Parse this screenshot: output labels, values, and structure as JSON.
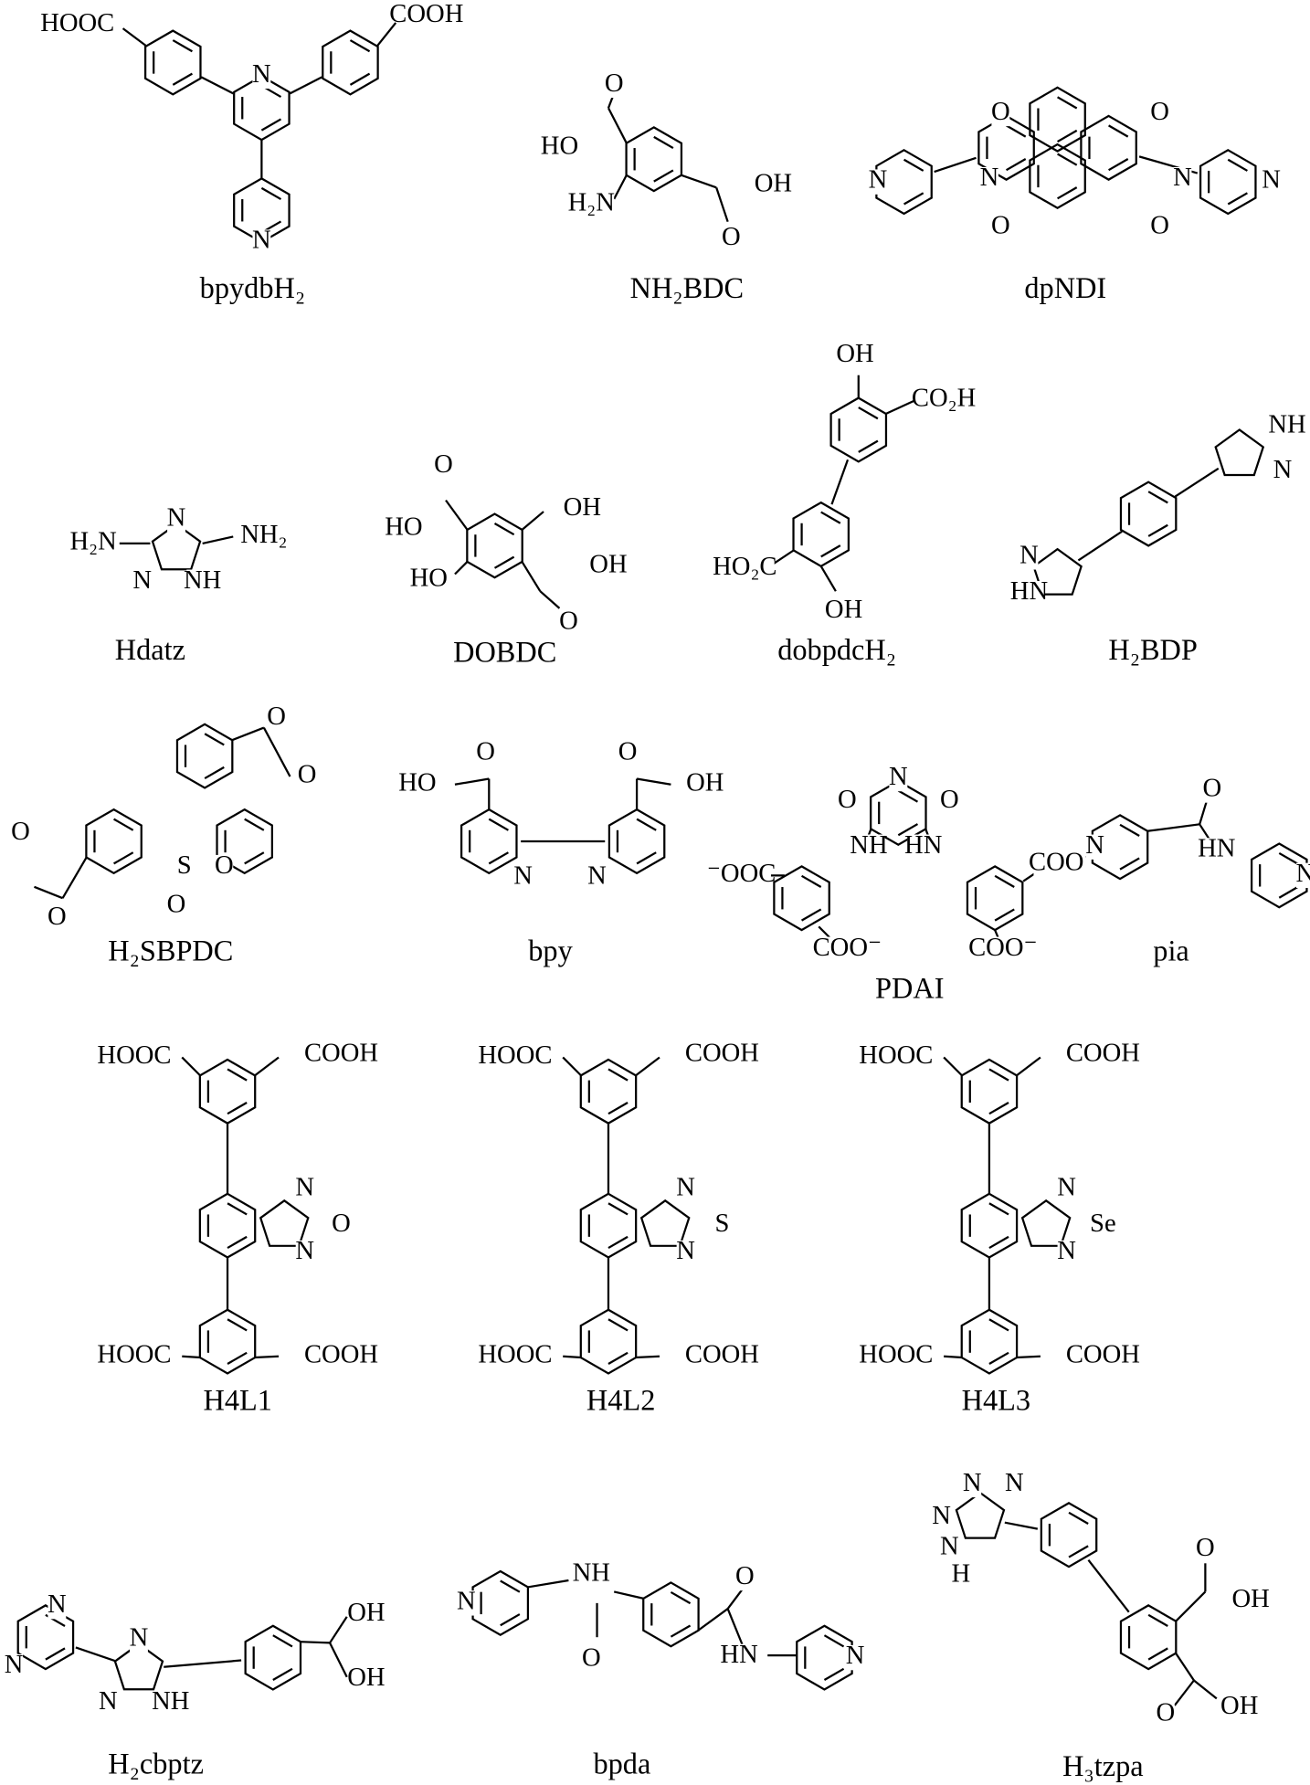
{
  "title": "Organic linker structures",
  "molecules": [
    {
      "name": "bpydbH₂",
      "atoms": [
        "HOOC",
        "COOH",
        "N",
        "N"
      ]
    },
    {
      "name": "NH₂BDC",
      "atoms": [
        "O",
        "HO",
        "H₂N",
        "OH",
        "O"
      ]
    },
    {
      "name": "dpNDI",
      "atoms": [
        "O",
        "O",
        "O",
        "O",
        "N",
        "N",
        "N",
        "N"
      ]
    },
    {
      "name": "Hdatz",
      "atoms": [
        "H₂N",
        "N",
        "NH₂",
        "N",
        "NH"
      ]
    },
    {
      "name": "DOBDC",
      "atoms": [
        "O",
        "HO",
        "OH",
        "HO",
        "OH",
        "O"
      ]
    },
    {
      "name": "dobpdcH₂",
      "atoms": [
        "OH",
        "CO₂H",
        "HO₂C",
        "OH"
      ]
    },
    {
      "name": "H₂BDP",
      "atoms": [
        "NH",
        "N",
        "N",
        "HN"
      ]
    },
    {
      "name": "H₂SBPDC",
      "atoms": [
        "O",
        "O",
        "S",
        "O",
        "O",
        "O",
        "O"
      ]
    },
    {
      "name": "bpy",
      "atoms": [
        "O",
        "HO",
        "N",
        "N",
        "O",
        "OH"
      ]
    },
    {
      "name": "PDAI",
      "atoms": [
        "N",
        "O",
        "O",
        "NH",
        "HN",
        "⁻OOC",
        "COO⁻",
        "COO⁻",
        "COO⁻"
      ]
    },
    {
      "name": "pia",
      "atoms": [
        "N",
        "O",
        "HN",
        "N"
      ]
    },
    {
      "name": "H4L1",
      "atoms": [
        "HOOC",
        "COOH",
        "N",
        "O",
        "N",
        "HOOC",
        "COOH"
      ]
    },
    {
      "name": "H4L2",
      "atoms": [
        "HOOC",
        "COOH",
        "N",
        "S",
        "N",
        "HOOC",
        "COOH"
      ]
    },
    {
      "name": "H4L3",
      "atoms": [
        "HOOC",
        "COOH",
        "N",
        "Se",
        "N",
        "HOOC",
        "COOH"
      ]
    },
    {
      "name": "H₂cbptz",
      "atoms": [
        "N",
        "N",
        "N",
        "N",
        "NH",
        "OH",
        "OH"
      ]
    },
    {
      "name": "bpda",
      "atoms": [
        "N",
        "NH",
        "O",
        "O",
        "HN",
        "N"
      ]
    },
    {
      "name": "H₃tzpa",
      "atoms": [
        "N",
        "N",
        "N",
        "N",
        "H",
        "O",
        "OH",
        "OH",
        "O"
      ]
    }
  ]
}
